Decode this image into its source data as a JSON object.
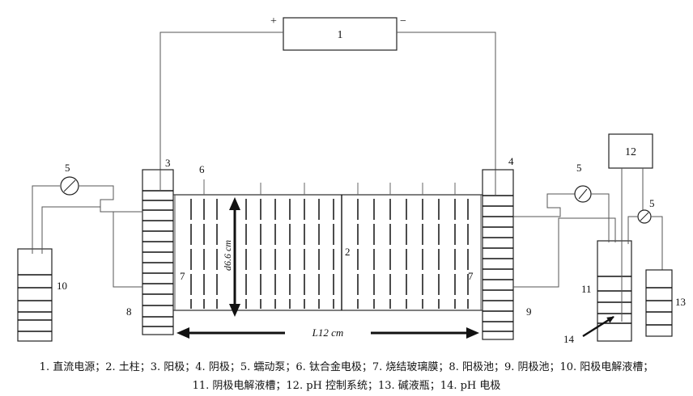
{
  "labels": {
    "power_number": "1",
    "plus": "+",
    "minus": "−",
    "soil_column": "2",
    "anode": "3",
    "cathode": "4",
    "pump_left": "5",
    "pump_right": "5",
    "pump_alkali": "5",
    "electrode_pair": "6",
    "membrane_left": "7",
    "membrane_right": "7",
    "anode_cell": "8",
    "cathode_cell": "9",
    "anode_tank": "10",
    "cathode_tank": "11",
    "ph_control": "12",
    "alkali_bottle": "13",
    "ph_electrode": "14",
    "diameter": "d6.6 cm",
    "length": "L12 cm"
  },
  "caption": {
    "line1": "1. 直流电源；2. 土柱；3. 阳极；4. 阴极；5. 蠕动泵；6. 钛合金电极；7. 烧结玻璃膜；8. 阳极池；9. 阴极池；10. 阳极电解液槽；",
    "line2": "11. 阴极电解液槽；12. pH 控制系统；13. 碱液瓶；14. pH 电极"
  }
}
